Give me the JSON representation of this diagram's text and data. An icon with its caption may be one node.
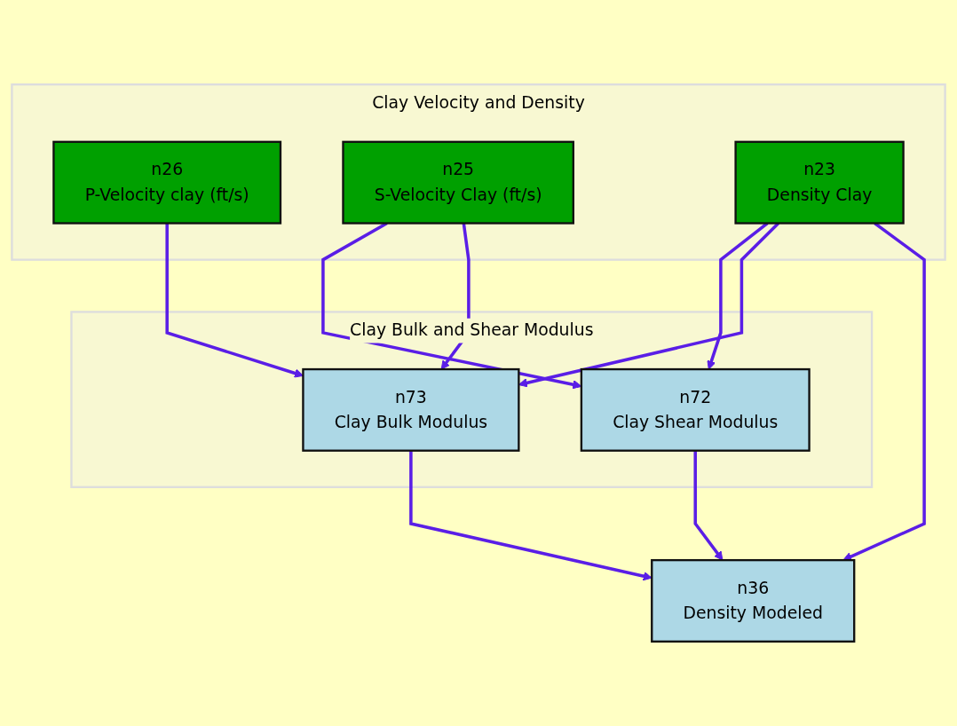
{
  "diagram": {
    "nodes": [
      {
        "text": [
          "Clay Velocity and Density"
        ]
      },
      {
        "text": [
          "n26",
          "P-Velocity clay (ft/s)"
        ],
        "in": 0
      },
      {
        "text": [
          "n25",
          "S-Velocity Clay (ft/s)"
        ],
        "in": 0
      },
      {
        "text": [
          "n23",
          "Density Clay"
        ],
        "in": 0
      },
      {
        "text": [
          "n36",
          "Density Modeled"
        ]
      },
      {
        "text": [
          "Clay Bulk and Shear Modulus"
        ]
      },
      {
        "text": [
          "n72",
          "Clay Shear Modulus"
        ],
        "in": 5
      },
      {
        "text": [
          "n73",
          "Clay Bulk Modulus"
        ],
        "in": 5
      }
    ],
    "edges": [
      {
        "from": 1,
        "to": 7,
        "arrow": "to"
      },
      {
        "from": 2,
        "to": 6,
        "arrow": "to"
      },
      {
        "from": 2,
        "to": 7,
        "arrow": "to"
      },
      {
        "from": 3,
        "to": 6,
        "arrow": "to"
      },
      {
        "from": 3,
        "to": 7,
        "arrow": "to"
      },
      {
        "from": 3,
        "to": 4,
        "arrow": "to"
      },
      {
        "from": 6,
        "to": 4,
        "arrow": "to"
      },
      {
        "from": 7,
        "to": 4,
        "arrow": "to"
      }
    ]
  }
}
